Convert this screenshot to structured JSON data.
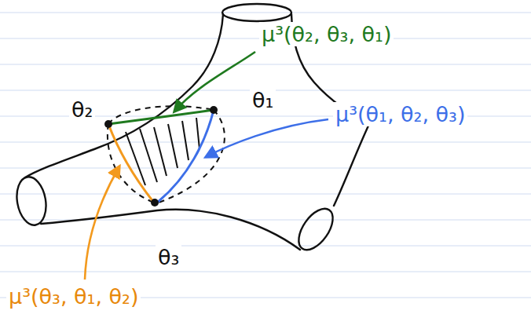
{
  "diagram": {
    "labels": [
      "θ₂",
      "θ₁",
      "θ₃",
      "μ³(θ₂, θ₃, θ₁)",
      "μ³(θ₁, θ₂, θ₃)",
      "μ³(θ₃, θ₁, θ₂)"
    ]
  }
}
